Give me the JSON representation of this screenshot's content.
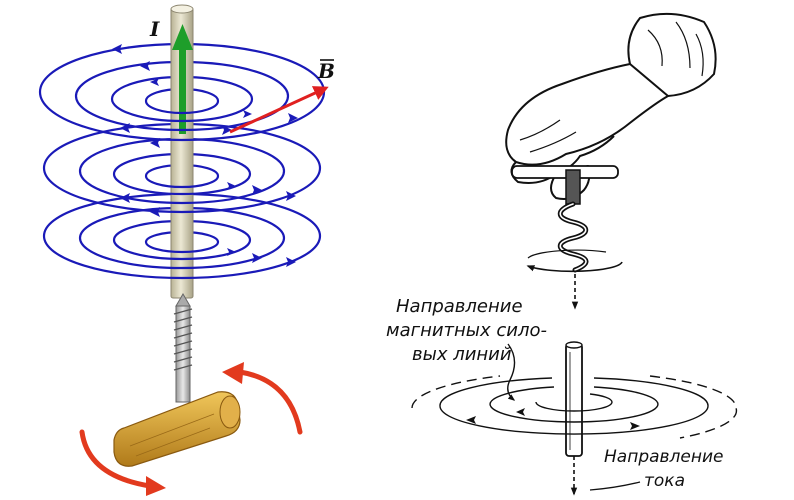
{
  "left_figure": {
    "current_label": "I",
    "field_label": "B",
    "colors": {
      "field_lines": "#1a1ab8",
      "current_arrow": "#1e9e2a",
      "field_vector": "#e02020",
      "rotation_arrows": "#e23a1e",
      "wire": "#d8d2b4",
      "handle": "#c8962a"
    }
  },
  "right_figure": {
    "field_lines_label_line1": "Направление",
    "field_lines_label_line2": "магнитных сило-",
    "field_lines_label_line3": "вых линий",
    "current_label_line1": "Направление",
    "current_label_line2": "тока"
  }
}
